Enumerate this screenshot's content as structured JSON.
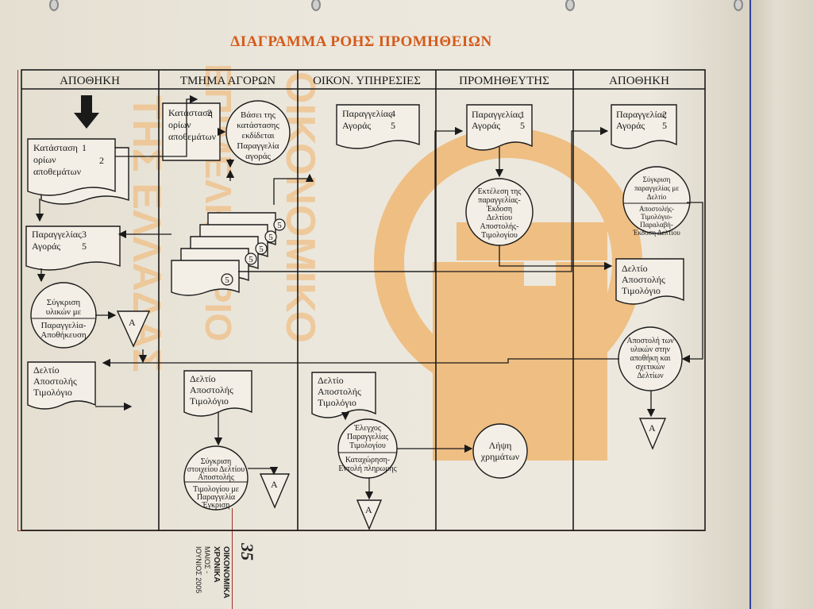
{
  "title": "ΔΙΑΓΡΑΜΜΑ ΡΟΗΣ ΠΡΟΜΗΘΕΙΩΝ",
  "lanes": [
    "ΑΠΟΘΗΚΗ",
    "ΤΜΗΜΑ ΑΓΟΡΩΝ",
    "ΟΙΚΟΝ. ΥΠΗΡΕΣΙΕΣ",
    "ΠΡΟΜΗΘΕΥΤΗΣ",
    "ΑΠΟΘΗΚΗ"
  ],
  "documents": {
    "stock_limits_1": [
      "Κατάσταση",
      "ορίων",
      "αποθεμάτων"
    ],
    "stock_limits_1_n": "1",
    "stock_limits_2_n": "2",
    "purchase_limits": [
      "Κατάσταση",
      "ορίων",
      "αποθεμάτων"
    ],
    "purchase_limits_n": "2",
    "order_3": [
      "Παραγγελίας",
      "Αγοράς"
    ],
    "order_3_n": [
      "3",
      "5"
    ],
    "order_4": [
      "Παραγγελίας",
      "Αγοράς"
    ],
    "order_4_n": [
      "4",
      "5"
    ],
    "order_1": [
      "Παραγγελίας",
      "Αγοράς"
    ],
    "order_1_n": [
      "1",
      "5"
    ],
    "order_2": [
      "Παραγγελίας",
      "Αγοράς"
    ],
    "order_2_n": [
      "2",
      "5"
    ],
    "delivery_sup": [
      "Δελτίο",
      "Αποστολής",
      "Τιμολόγιο"
    ],
    "delivery_wh1": [
      "Δελτίο",
      "Αποστολής",
      "Τιμολόγιο"
    ],
    "delivery_pur": [
      "Δελτίο",
      "Αποστολής",
      "Τιμολόγιο"
    ],
    "delivery_fin": [
      "Δελτίο",
      "Αποστολής",
      "Τιμολόγιο"
    ],
    "five": "5"
  },
  "processes": {
    "issue_order": [
      "Βάσει της",
      "κατάστασης",
      "εκδίδεται",
      "Παραγγελία",
      "αγοράς"
    ],
    "compare_wh1_top": [
      "Σύγκριση",
      "υλικών με"
    ],
    "compare_wh1_bottom": [
      "Παραγγελία-",
      "Αποθήκευση"
    ],
    "execute_order": [
      "Εκτέλεση της",
      "παραγγελίας-",
      "Έκδοση",
      "Δελτίου",
      "Αποστολής-",
      "Τιμολογίου"
    ],
    "compare_wh2_top": [
      "Σύγκριση",
      "παραγγελίας με",
      "Δελτίο"
    ],
    "compare_wh2_bottom": [
      "Αποστολής-",
      "Τιμολόγιο-",
      "Παραλαβή-",
      "Έκδοση Δελτίου"
    ],
    "ship": [
      "Αποστολή των",
      "υλικών στην",
      "αποθήκη και",
      "σχετικών",
      "Δελτίων"
    ],
    "compare_pur_top": [
      "Σύγκριση",
      "στοιχείου Δελτίου",
      "Αποστολής"
    ],
    "compare_pur_bottom": [
      "Τιμολογίου με",
      "Παραγγελία",
      "Έγκριση"
    ],
    "check_fin_top": [
      "Έλεγχος",
      "Παραγγελίας",
      "Τιμολογίου"
    ],
    "check_fin_bottom": [
      "Καταχώρηση-",
      "Εντολή πληρωμής"
    ],
    "receive_money": [
      "Λήψη",
      "χρημάτων"
    ]
  },
  "file_symbol": "A",
  "watermark": {
    "line1": "ΟΙΚΟΝΟΜΙΚΟ",
    "line2": "ΕΠΙΜΕΛΗΤΗΡΙΟ",
    "line3": "ΤΗΣ ΕΛΛΑΔΑΣ",
    "color": "#f2a447"
  },
  "footer": {
    "page_number": "35",
    "magazine": "ΟΙΚΟΝΟΜΙΚΑ",
    "magazine2": "ΧΡΟΝΙΚΑ",
    "months": "ΜΑΙΟΣ -",
    "issue": "ΙΟΥΝΙΟΣ 2005"
  },
  "colors": {
    "title": "#d55a1a",
    "ink": "#1a1a1a",
    "logo": "#f2a447",
    "edge": "#30409a"
  }
}
